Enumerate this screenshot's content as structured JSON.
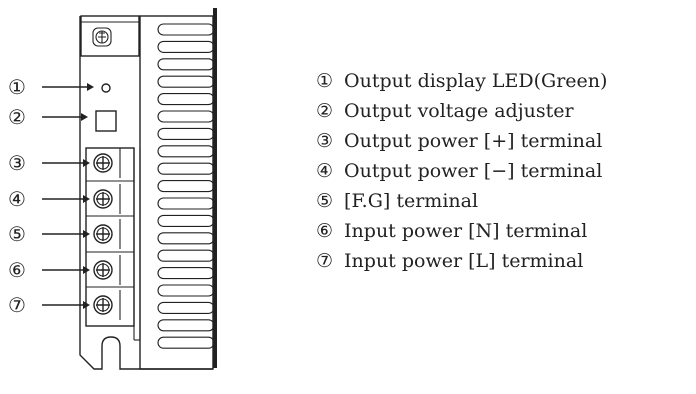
{
  "callouts": [
    {
      "num": "①",
      "label": "Output display LED(Green)"
    },
    {
      "num": "②",
      "label": "Output voltage adjuster"
    },
    {
      "num": "③",
      "label": "Output power [+] terminal"
    },
    {
      "num": "④",
      "label": "Output power [−] terminal"
    },
    {
      "num": "⑤",
      "label": "[F.G] terminal"
    },
    {
      "num": "⑥",
      "label": "Input power [N] terminal"
    },
    {
      "num": "⑦",
      "label": "Input power [L] terminal"
    }
  ]
}
